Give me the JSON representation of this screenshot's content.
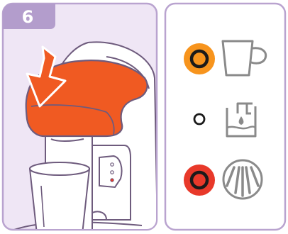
{
  "step": {
    "number": "6"
  },
  "colors": {
    "frame": "#b9a3cf",
    "panel_bg": "#efe6f5",
    "badge": "#b39dcc",
    "lid": "#f05a22",
    "cup_indicator": "#f7941d",
    "clean_indicator": "#e8392a",
    "outline": "#6e5b7d",
    "icon_gray": "#8a8a8a"
  },
  "illustration": {
    "arrow": "press-down-arrow-icon",
    "lid": "brewer-lid",
    "indicators": [
      {
        "name": "cup-indicator",
        "state": "lit",
        "color": "orange",
        "icon": "cup-icon"
      },
      {
        "name": "water-tank-indicator",
        "state": "off",
        "icon": "water-tank-icon"
      },
      {
        "name": "cleaning-indicator",
        "state": "lit",
        "color": "red",
        "icon": "spray-head-icon"
      }
    ]
  }
}
